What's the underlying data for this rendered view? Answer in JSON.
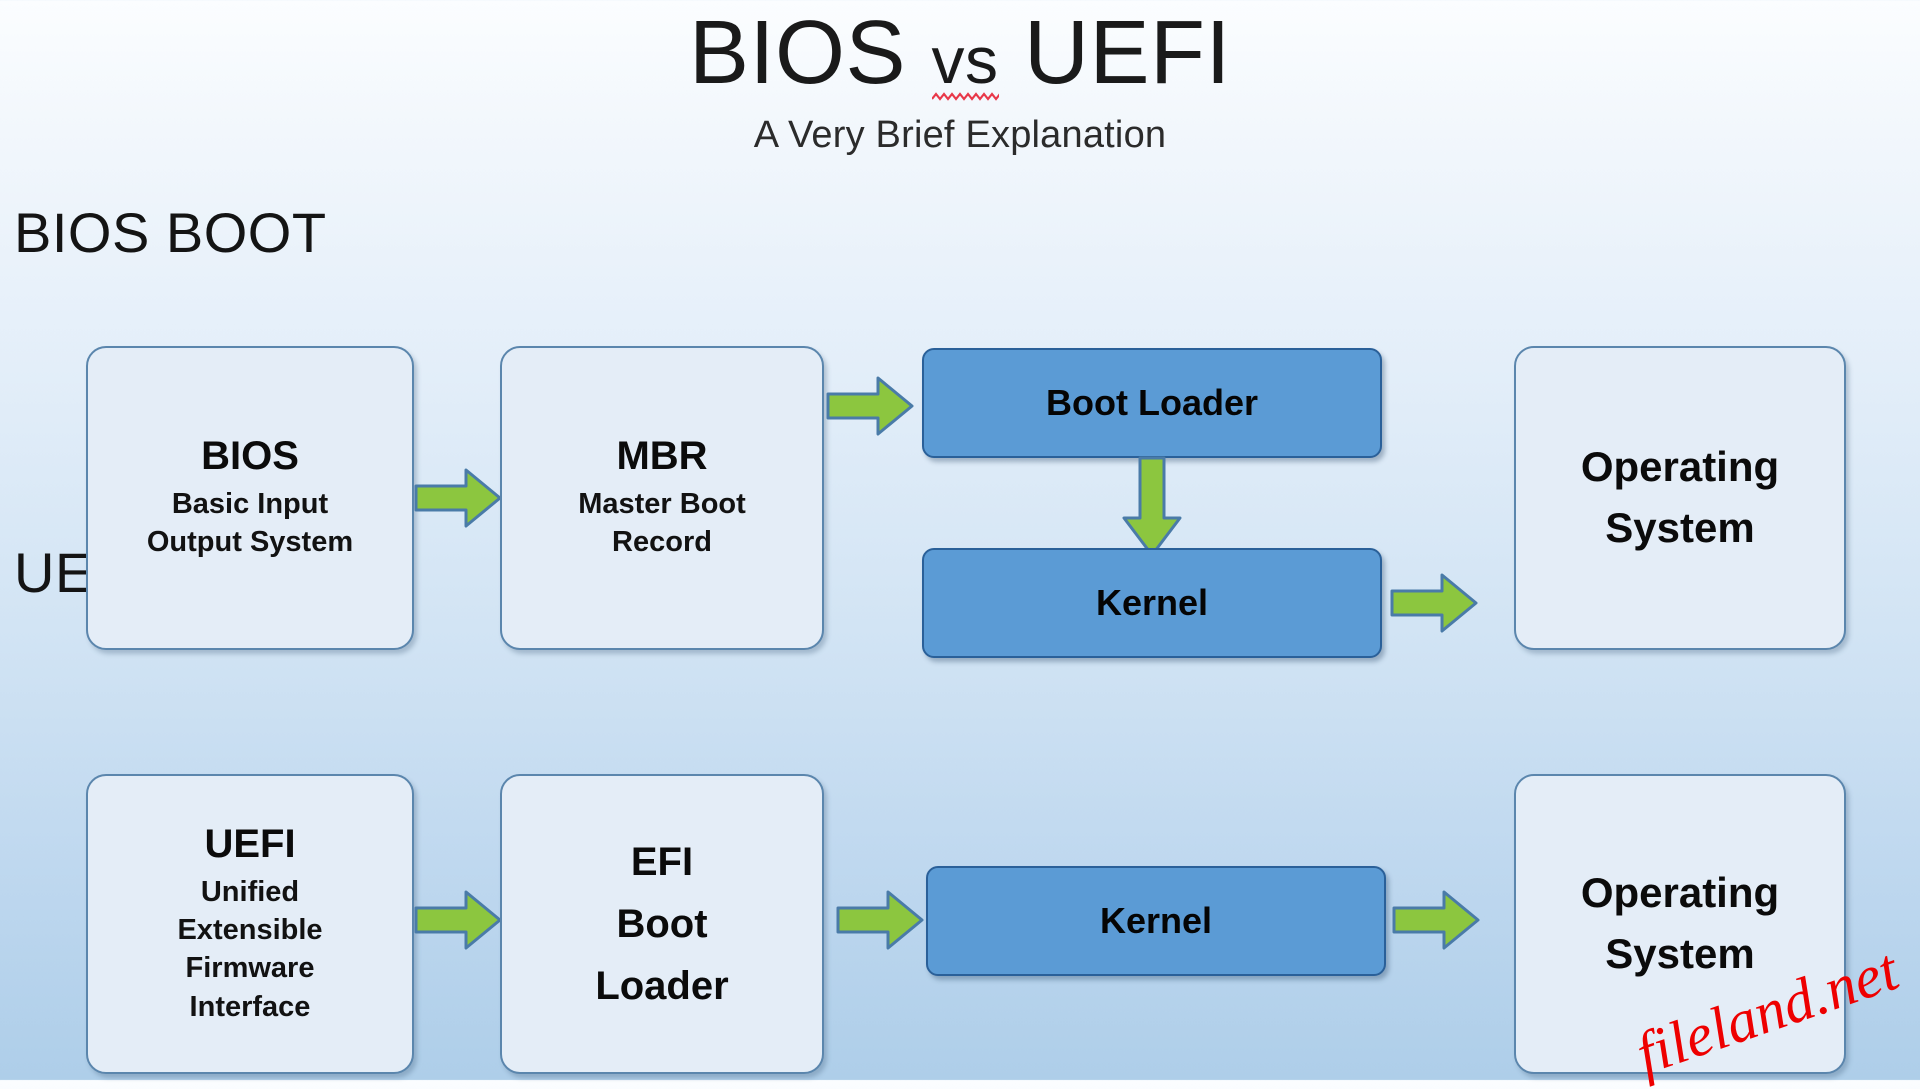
{
  "header": {
    "title_part1": "BIOS ",
    "title_vs": "vs",
    "title_part2": " UEFI",
    "subtitle": "A Very Brief Explanation",
    "spellcheck_marker": "red-squiggly-underline"
  },
  "sections": {
    "bios": {
      "label": "BIOS BOOT"
    },
    "uefi": {
      "label": "UEFI BOOT"
    }
  },
  "bios_row": {
    "bios_box": {
      "title": "BIOS",
      "sub_line1": "Basic Input",
      "sub_line2": "Output System"
    },
    "mbr_box": {
      "title": "MBR",
      "sub_line1": "Master Boot",
      "sub_line2": "Record"
    },
    "boot_loader_box": {
      "title": "Boot Loader"
    },
    "kernel_box": {
      "title": "Kernel"
    },
    "os_box": {
      "line1": "Operating",
      "line2": "System"
    }
  },
  "uefi_row": {
    "uefi_box": {
      "title": "UEFI",
      "sub_line1": "Unified",
      "sub_line2": "Extensible",
      "sub_line3": "Firmware",
      "sub_line4": "Interface"
    },
    "efi_boot_loader_box": {
      "line1": "EFI",
      "line2": "Boot",
      "line3": "Loader"
    },
    "kernel_box": {
      "title": "Kernel"
    },
    "os_box": {
      "line1": "Operating",
      "line2": "System"
    }
  },
  "arrows": {
    "bios_to_mbr": "arrow-right-icon",
    "mbr_to_bootloader": "arrow-right-icon",
    "bootloader_to_kernel": "arrow-down-icon",
    "kernel_to_os": "arrow-right-icon",
    "uefi_to_efi": "arrow-right-icon",
    "efi_to_kernel": "arrow-right-icon",
    "uefi_kernel_to_os": "arrow-right-icon"
  },
  "watermark": {
    "text": "fileland.net"
  },
  "colors": {
    "arrow_fill": "#8cc63f",
    "arrow_stroke": "#4a7ba8",
    "blue_box_fill": "#5b9bd5",
    "blue_box_border": "#2a6099",
    "light_box_fill": "#e4edf7",
    "light_box_border": "#5b86ad",
    "watermark_red": "#ee0000",
    "background_top": "#fbfdff",
    "background_bottom": "#aecee9"
  }
}
